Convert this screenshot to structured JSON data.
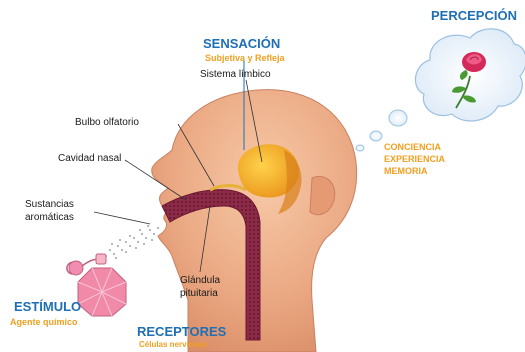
{
  "titles": {
    "percepcion": "PERCEPCIÓN",
    "sensacion": "SENSACIÓN",
    "sensacion_sub": "Subjetiva y Refleja",
    "estimulo": "ESTÍMULO",
    "estimulo_sub": "Agente químico",
    "receptores": "RECEPTORES",
    "receptores_sub": "Células nerviosas"
  },
  "labels": {
    "sistema_limbico": "Sistema límbico",
    "bulbo_olfatorio": "Bulbo olfatorio",
    "cavidad_nasal": "Cavidad nasal",
    "sustancias_1": "Sustancias",
    "sustancias_2": "aromáticas",
    "glandula_1": "Glándula",
    "glandula_2": "pituitaria"
  },
  "thought_cloud": {
    "lines": [
      "CONCIENCIA",
      "EXPERIENCIA",
      "MEMORIA"
    ]
  },
  "colors": {
    "blue_title": "#1f6fb5",
    "orange_text": "#f0a020",
    "skin": "#eaa882",
    "skin_dark": "#d98c66",
    "brain": "#f2a81e",
    "nasal_passage": "#8e2a48",
    "rose": "#d42a5a",
    "bottle": "#f08aa8"
  }
}
